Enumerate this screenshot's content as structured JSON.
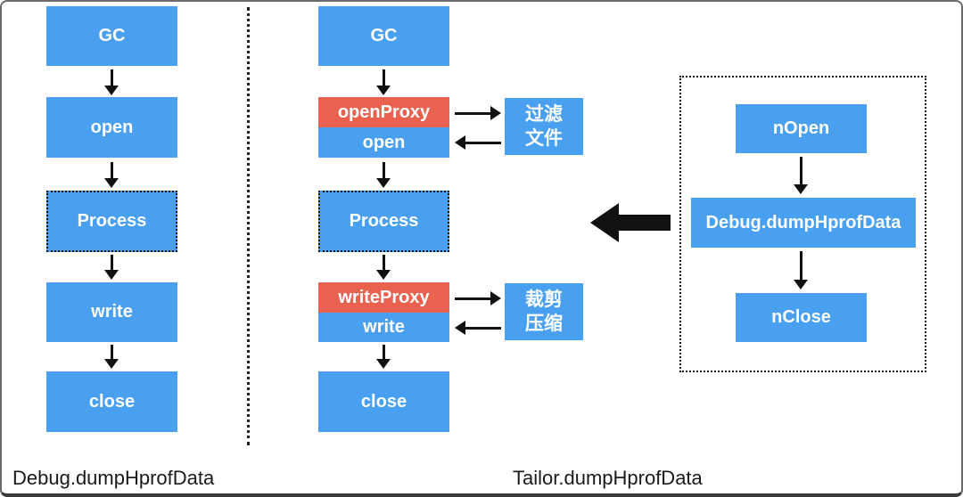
{
  "colors": {
    "node_blue": "#49a0f1",
    "node_red": "#e9614f",
    "arrow_black": "#111111"
  },
  "left_flow": {
    "caption": "Debug.dumpHprofData",
    "gc": "GC",
    "open": "open",
    "process": "Process",
    "write": "write",
    "close": "close"
  },
  "middle_flow": {
    "caption": "Tailor.dumpHprofData",
    "gc": "GC",
    "open_proxy": "openProxy",
    "open": "open",
    "process": "Process",
    "write_proxy": "writeProxy",
    "write": "write",
    "close": "close",
    "filter_box": {
      "line1": "过滤",
      "line2": "文件"
    },
    "trim_box": {
      "line1": "裁剪",
      "line2": "压缩"
    }
  },
  "right_flow": {
    "n_open": "nOpen",
    "debug_dump": "Debug.dumpHprofData",
    "n_close": "nClose"
  }
}
